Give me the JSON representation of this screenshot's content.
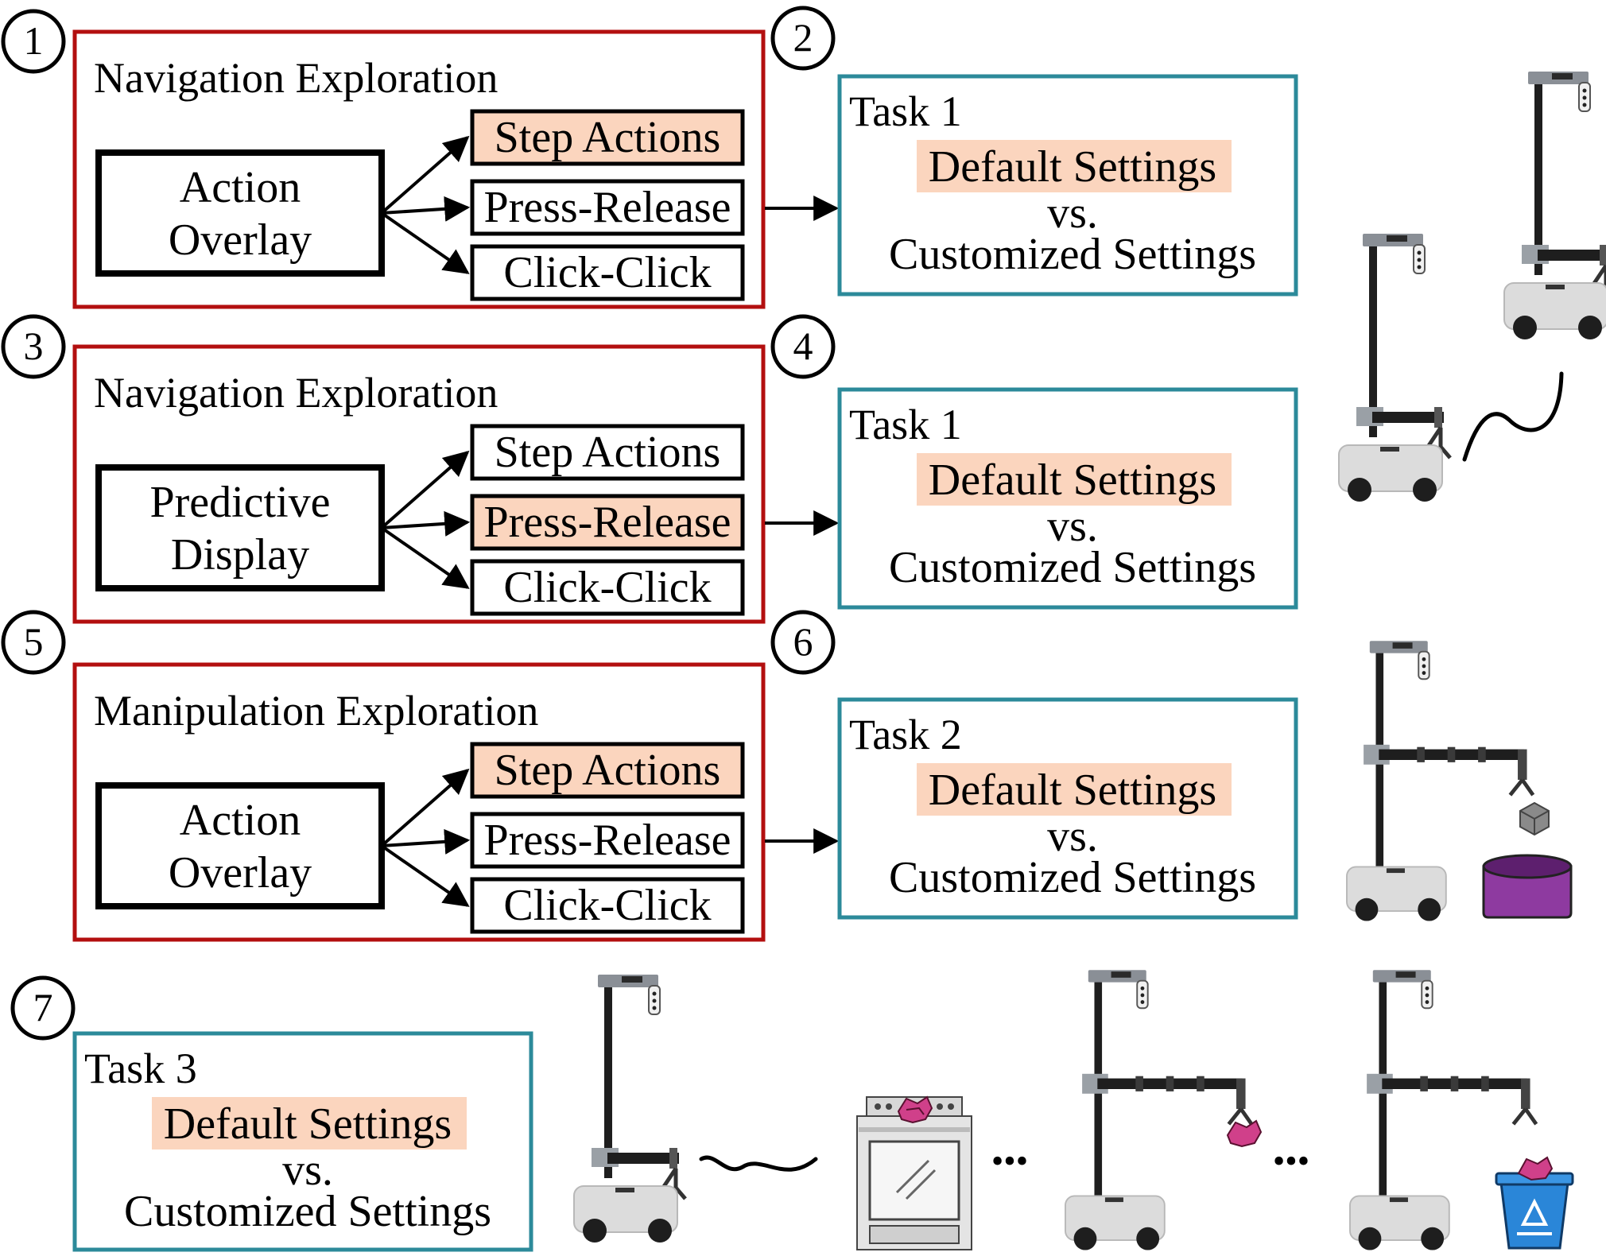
{
  "colors": {
    "study_border": "#b30f0f",
    "task_border": "#2c8a9a",
    "highlight_fill": "#fbd5be",
    "robot_base": "#dcdcdc",
    "robot_dark": "#1e1e1e",
    "bin_purple": "#8e3aa0",
    "recycle_blue": "#2a86d8",
    "paper_pink": "#d0408a"
  },
  "studies": [
    {
      "number": "1",
      "title": "Navigation Exploration",
      "condition_line1": "Action",
      "condition_line2": "Overlay",
      "options": [
        "Step Actions",
        "Press-Release",
        "Click-Click"
      ],
      "highlighted_option": 0
    },
    {
      "number": "3",
      "title": "Navigation Exploration",
      "condition_line1": "Predictive",
      "condition_line2": "Display",
      "options": [
        "Step Actions",
        "Press-Release",
        "Click-Click"
      ],
      "highlighted_option": 1
    },
    {
      "number": "5",
      "title": "Manipulation Exploration",
      "condition_line1": "Action",
      "condition_line2": "Overlay",
      "options": [
        "Step Actions",
        "Press-Release",
        "Click-Click"
      ],
      "highlighted_option": 0
    }
  ],
  "tasks": [
    {
      "number": "2",
      "title": "Task 1",
      "default_label": "Default Settings",
      "vs": "vs.",
      "custom_label": "Customized Settings"
    },
    {
      "number": "4",
      "title": "Task 1",
      "default_label": "Default Settings",
      "vs": "vs.",
      "custom_label": "Customized Settings"
    },
    {
      "number": "6",
      "title": "Task 2",
      "default_label": "Default Settings",
      "vs": "vs.",
      "custom_label": "Customized Settings"
    },
    {
      "number": "7",
      "title": "Task 3",
      "default_label": "Default Settings",
      "vs": "vs.",
      "custom_label": "Customized Settings"
    }
  ],
  "ellipsis": "•••",
  "icons": [
    "robot-icon",
    "stove-icon",
    "crumpled-paper-icon",
    "purple-bin-icon",
    "recycle-bin-icon",
    "squiggle-path-icon"
  ]
}
